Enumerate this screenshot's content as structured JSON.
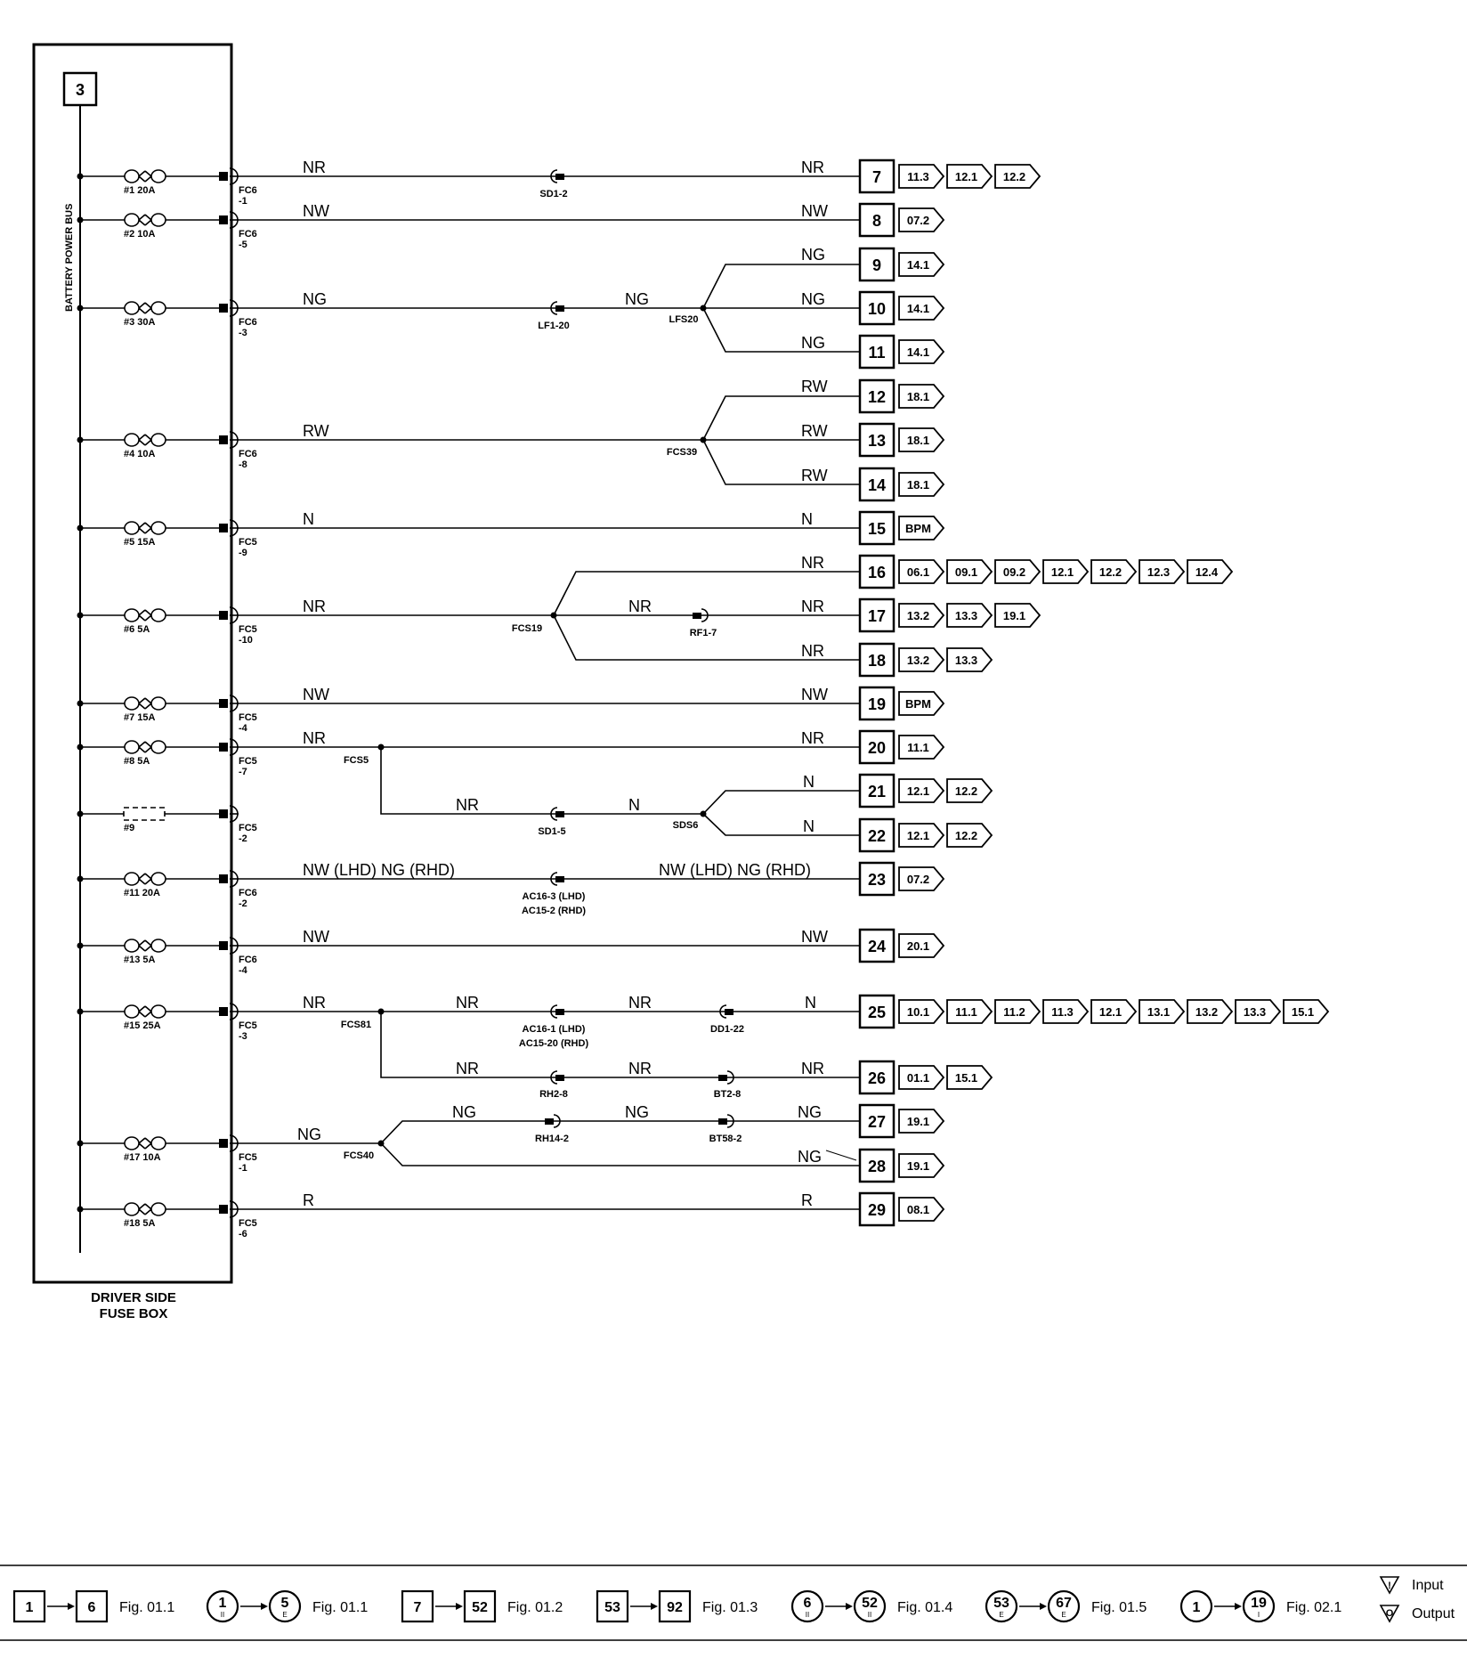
{
  "fuse_box": {
    "number": "3",
    "bus_label": "BATTERY POWER BUS",
    "title_line1": "DRIVER SIDE",
    "title_line2": "FUSE BOX"
  },
  "fuses": [
    {
      "label": "#1 20A",
      "pin": [
        "FC6",
        "-1"
      ]
    },
    {
      "label": "#2 10A",
      "pin": [
        "FC6",
        "-5"
      ]
    },
    {
      "label": "#3 30A",
      "pin": [
        "FC6",
        "-3"
      ]
    },
    {
      "label": "#4 10A",
      "pin": [
        "FC6",
        "-8"
      ]
    },
    {
      "label": "#5 15A",
      "pin": [
        "FC5",
        "-9"
      ]
    },
    {
      "label": "#6 5A",
      "pin": [
        "FC5",
        "-10"
      ]
    },
    {
      "label": "#7 15A",
      "pin": [
        "FC5",
        "-4"
      ]
    },
    {
      "label": "#8 5A",
      "pin": [
        "FC5",
        "-7"
      ]
    },
    {
      "label": "#9",
      "pin": [
        "FC5",
        "-2"
      ],
      "empty": true
    },
    {
      "label": "#11 20A",
      "pin": [
        "FC6",
        "-2"
      ]
    },
    {
      "label": "#13 5A",
      "pin": [
        "FC6",
        "-4"
      ]
    },
    {
      "label": "#15 25A",
      "pin": [
        "FC5",
        "-3"
      ]
    },
    {
      "label": "#17 10A",
      "pin": [
        "FC5",
        "-1"
      ]
    },
    {
      "label": "#18 5A",
      "pin": [
        "FC5",
        "-6"
      ]
    }
  ],
  "circuits": [
    {
      "num": "7",
      "refs": [
        "11.3",
        "12.1",
        "12.2"
      ]
    },
    {
      "num": "8",
      "refs": [
        "07.2"
      ]
    },
    {
      "num": "9",
      "refs": [
        "14.1"
      ]
    },
    {
      "num": "10",
      "refs": [
        "14.1"
      ]
    },
    {
      "num": "11",
      "refs": [
        "14.1"
      ]
    },
    {
      "num": "12",
      "refs": [
        "18.1"
      ]
    },
    {
      "num": "13",
      "refs": [
        "18.1"
      ]
    },
    {
      "num": "14",
      "refs": [
        "18.1"
      ]
    },
    {
      "num": "15",
      "refs": [
        "BPM"
      ]
    },
    {
      "num": "16",
      "refs": [
        "06.1",
        "09.1",
        "09.2",
        "12.1",
        "12.2",
        "12.3",
        "12.4"
      ]
    },
    {
      "num": "17",
      "refs": [
        "13.2",
        "13.3",
        "19.1"
      ]
    },
    {
      "num": "18",
      "refs": [
        "13.2",
        "13.3"
      ]
    },
    {
      "num": "19",
      "refs": [
        "BPM"
      ]
    },
    {
      "num": "20",
      "refs": [
        "11.1"
      ]
    },
    {
      "num": "21",
      "refs": [
        "12.1",
        "12.2"
      ]
    },
    {
      "num": "22",
      "refs": [
        "12.1",
        "12.2"
      ]
    },
    {
      "num": "23",
      "refs": [
        "07.2"
      ]
    },
    {
      "num": "24",
      "refs": [
        "20.1"
      ]
    },
    {
      "num": "25",
      "refs": [
        "10.1",
        "11.1",
        "11.2",
        "11.3",
        "12.1",
        "13.1",
        "13.2",
        "13.3",
        "15.1"
      ]
    },
    {
      "num": "26",
      "refs": [
        "01.1",
        "15.1"
      ]
    },
    {
      "num": "27",
      "refs": [
        "19.1"
      ]
    },
    {
      "num": "28",
      "refs": [
        "19.1"
      ]
    },
    {
      "num": "29",
      "refs": [
        "08.1"
      ]
    }
  ],
  "wire_labels": [
    "NR",
    "NR",
    "NW",
    "NW",
    "NG",
    "NG",
    "NG",
    "NG",
    "NG",
    "RW",
    "RW",
    "RW",
    "RW",
    "N",
    "N",
    "NR",
    "NR",
    "NR",
    "NR",
    "NR",
    "NW",
    "NW",
    "NR",
    "NR",
    "NR",
    "N",
    "N",
    "N",
    "NW (LHD)  NG (RHD)",
    "NW (LHD)  NG (RHD)",
    "NW",
    "NW",
    "NR",
    "NR",
    "NR",
    "N",
    "NR",
    "NR",
    "NR",
    "NG",
    "NG",
    "NG",
    "NG",
    "NG",
    "R",
    "R"
  ],
  "connectors": [
    "SD1-2",
    "LF1-20",
    "RF1-7",
    "SD1-5",
    "AC16-3 (LHD)",
    "AC15-2 (RHD)",
    "AC16-1 (LHD)",
    "AC15-20 (RHD)",
    "DD1-22",
    "RH2-8",
    "BT2-8",
    "RH14-2",
    "BT58-2"
  ],
  "splices": [
    "LFS20",
    "FCS39",
    "FCS19",
    "FCS5",
    "SDS6",
    "FCS81",
    "FCS40"
  ],
  "legend": {
    "items": [
      {
        "from": "1",
        "to": "6",
        "fig": "Fig. 01.1"
      },
      {
        "from": "1",
        "to": "5",
        "fig": "Fig. 01.1"
      },
      {
        "from": "7",
        "to": "52",
        "fig": "Fig. 01.2"
      },
      {
        "from": "53",
        "to": "92",
        "fig": "Fig. 01.3"
      },
      {
        "from": "6",
        "to": "52",
        "fig": "Fig. 01.4"
      },
      {
        "from": "53",
        "to": "67",
        "fig": "Fig. 01.5"
      },
      {
        "from": "1",
        "to": "19",
        "fig": "Fig. 02.1"
      }
    ],
    "input": "Input",
    "output": "Output"
  }
}
